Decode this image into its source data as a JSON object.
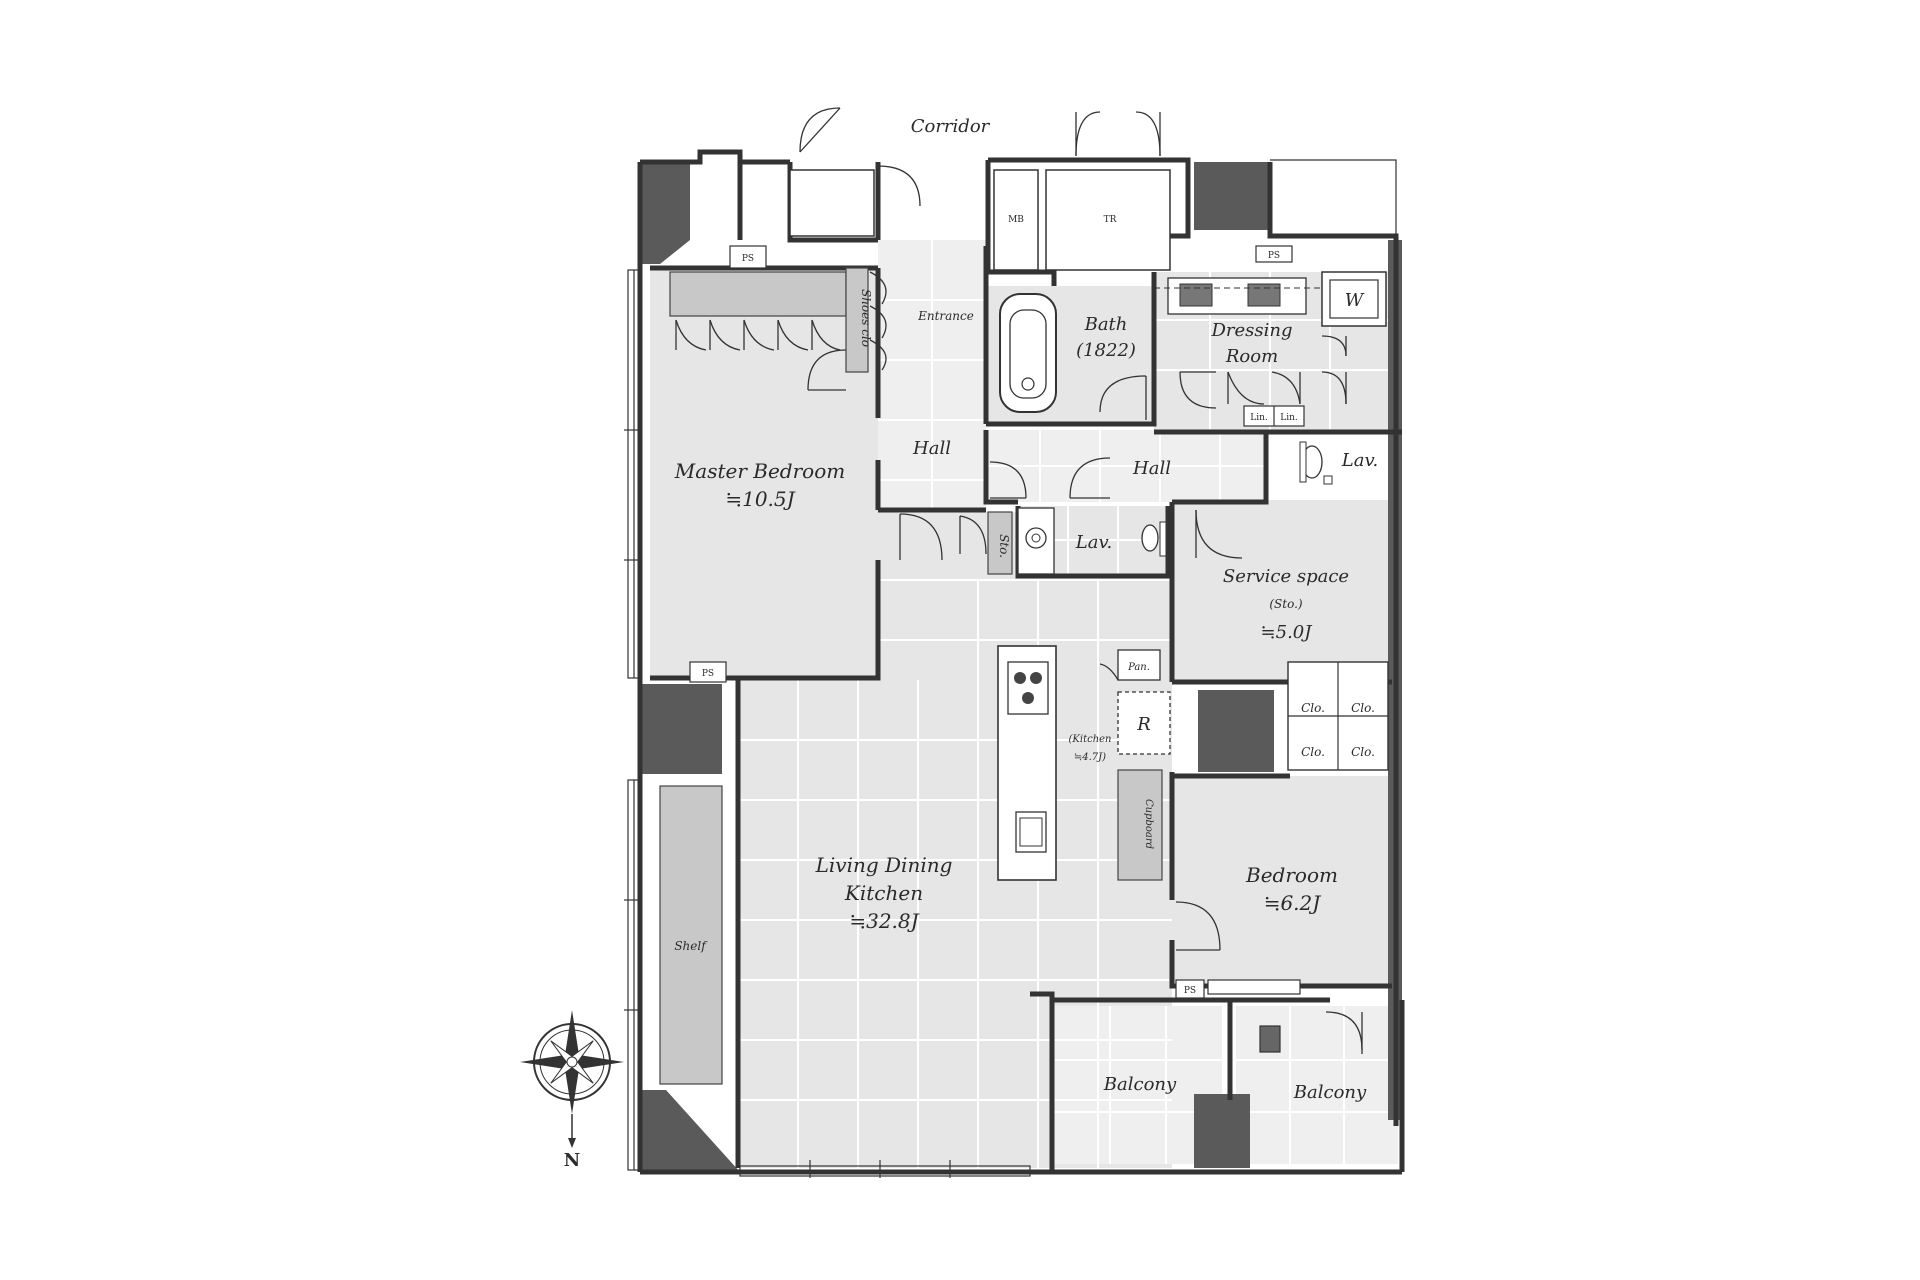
{
  "labels": {
    "corridor": "Corridor",
    "mb": "MB",
    "tr": "TR",
    "ps_top_left": "PS",
    "ps_top_right": "PS",
    "ps_mid_left": "PS",
    "ps_bottom": "PS",
    "shoes_clo": "Shoes clo",
    "entrance": "Entrance",
    "bath_name": "Bath",
    "bath_size": "(1822)",
    "dressing_1": "Dressing",
    "dressing_2": "Room",
    "washer": "W",
    "lin_1": "Lin.",
    "lin_2": "Lin.",
    "hall_left": "Hall",
    "hall_right": "Hall",
    "lav_right": "Lav.",
    "lav_center": "Lav.",
    "sto": "Sto.",
    "master_name": "Master Bedroom",
    "master_size": "≒10.5J",
    "service_1": "Service space",
    "service_2": "(Sto.)",
    "service_3": "≒5.0J",
    "pan": "Pan.",
    "refrigerator": "R",
    "kitchen_1": "(Kitchen",
    "kitchen_2": "≒4.7J)",
    "cupboard": "Cupboard",
    "clo_1": "Clo.",
    "clo_2": "Clo.",
    "clo_3": "Clo.",
    "clo_4": "Clo.",
    "ldk_1": "Living Dining",
    "ldk_2": "Kitchen",
    "ldk_3": "≒32.8J",
    "bedroom_name": "Bedroom",
    "bedroom_size": "≒6.2J",
    "shelf": "Shelf",
    "balcony_left": "Balcony",
    "balcony_right": "Balcony",
    "north": "N"
  },
  "colors": {
    "wall": "#333333",
    "pillar": "#5a5a5a",
    "floor": "#e6e6e6"
  }
}
